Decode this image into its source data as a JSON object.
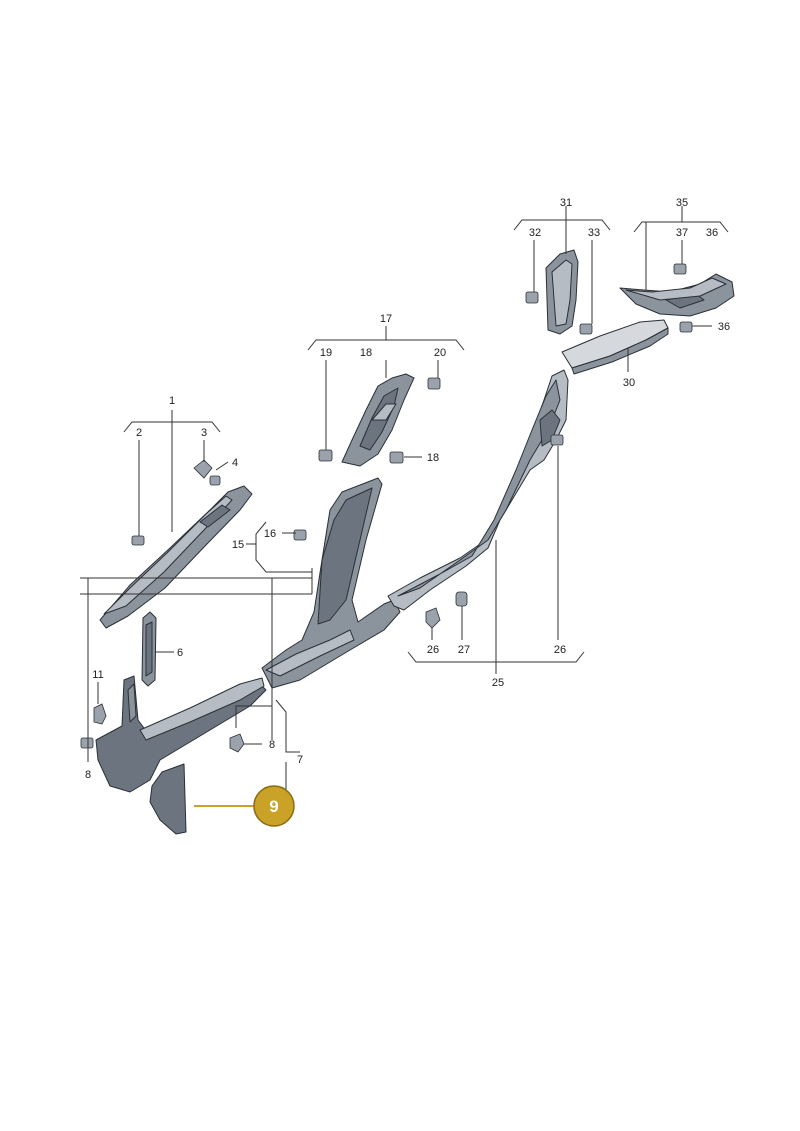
{
  "diagram": {
    "labels": {
      "n1": "1",
      "n2": "2",
      "n3": "3",
      "n4": "4",
      "n6": "6",
      "n7": "7",
      "n8a": "8",
      "n8b": "8",
      "n11": "11",
      "n15": "15",
      "n16": "16",
      "n17": "17",
      "n18a": "18",
      "n18b": "18",
      "n19": "19",
      "n20": "20",
      "n25": "25",
      "n26a": "26",
      "n26b": "26",
      "n27": "27",
      "n30": "30",
      "n31": "31",
      "n32": "32",
      "n33": "33",
      "n35": "35",
      "n36a": "36",
      "n36b": "36",
      "n37": "37"
    },
    "highlight": {
      "label": "9",
      "color": "#c9a227"
    },
    "colors": {
      "part_dark": "#6c747f",
      "part_light": "#b6bcc4",
      "line": "#333333"
    }
  }
}
